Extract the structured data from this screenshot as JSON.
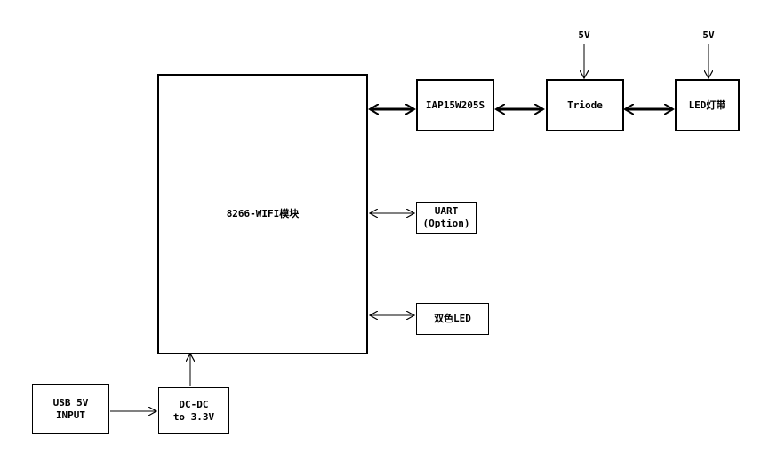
{
  "diagram": {
    "blocks": {
      "wifi_module": "8266-WIFI模块",
      "mcu": "IAP15W205S",
      "triode": "Triode",
      "led_strip": "LED灯带",
      "uart": "UART\n(Option)",
      "bicolor_led": "双色LED",
      "usb_input": "USB 5V\nINPUT",
      "dcdc": "DC-DC\nto 3.3V"
    },
    "supply_labels": {
      "triode_supply": "5V",
      "led_strip_supply": "5V"
    },
    "connections": [
      {
        "from": "wifi_module",
        "to": "mcu",
        "style": "bidirectional-thick"
      },
      {
        "from": "mcu",
        "to": "triode",
        "style": "bidirectional-thick"
      },
      {
        "from": "triode",
        "to": "led_strip",
        "style": "bidirectional-thick"
      },
      {
        "from": "wifi_module",
        "to": "uart",
        "style": "bidirectional-thin"
      },
      {
        "from": "wifi_module",
        "to": "bicolor_led",
        "style": "bidirectional-thin"
      },
      {
        "from": "usb_input",
        "to": "dcdc",
        "style": "arrow"
      },
      {
        "from": "dcdc",
        "to": "wifi_module",
        "style": "arrow"
      },
      {
        "from": "triode_supply",
        "to": "triode",
        "style": "arrow"
      },
      {
        "from": "led_strip_supply",
        "to": "led_strip",
        "style": "arrow"
      }
    ]
  }
}
